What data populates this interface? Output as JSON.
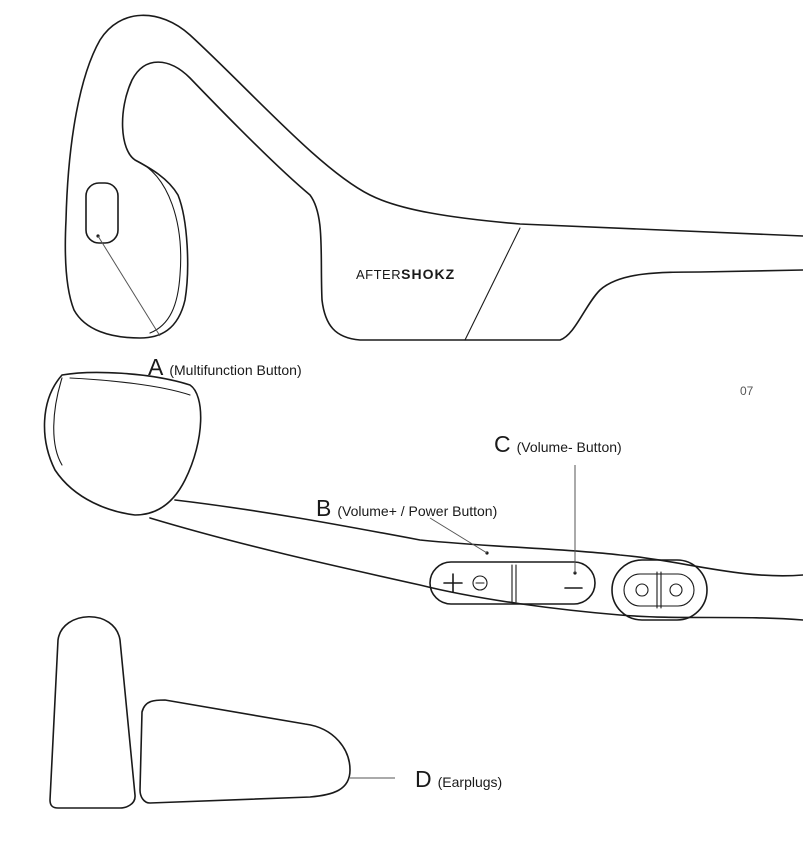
{
  "labels": {
    "a": {
      "letter": "A",
      "text": "(Multifunction Button)"
    },
    "b": {
      "letter": "B",
      "text": "(Volume+ / Power Button)"
    },
    "c": {
      "letter": "C",
      "text": "(Volume- Button)"
    },
    "d": {
      "letter": "D",
      "text": "(Earplugs)"
    }
  },
  "page_number": "07",
  "brand": {
    "light": "AFTER",
    "bold": "SHOKZ"
  }
}
